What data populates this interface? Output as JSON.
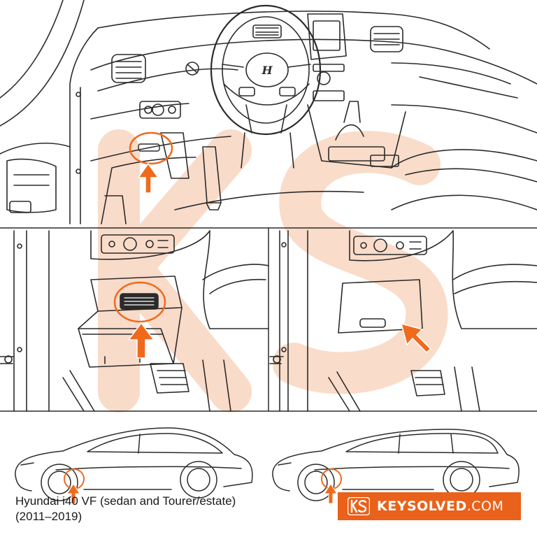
{
  "caption": {
    "line1": "Hyundai i40 VF (sedan and Tourer/estate)",
    "line2": "(2011–2019)"
  },
  "brand": {
    "name_bold": "KEYSOLVED",
    "name_suffix": ".COM",
    "logo_letters": "KS"
  },
  "steering_wheel_logo": "H",
  "colors": {
    "accent": "#f06a1d",
    "badge": "#e9611a",
    "line": "#2b2b2b",
    "watermark": "#f6c9ad"
  },
  "icons": [
    "arrow-up-icon",
    "arrow-diagonal-icon",
    "highlight-circle-icon",
    "obd-port-icon",
    "ks-logo-icon"
  ]
}
